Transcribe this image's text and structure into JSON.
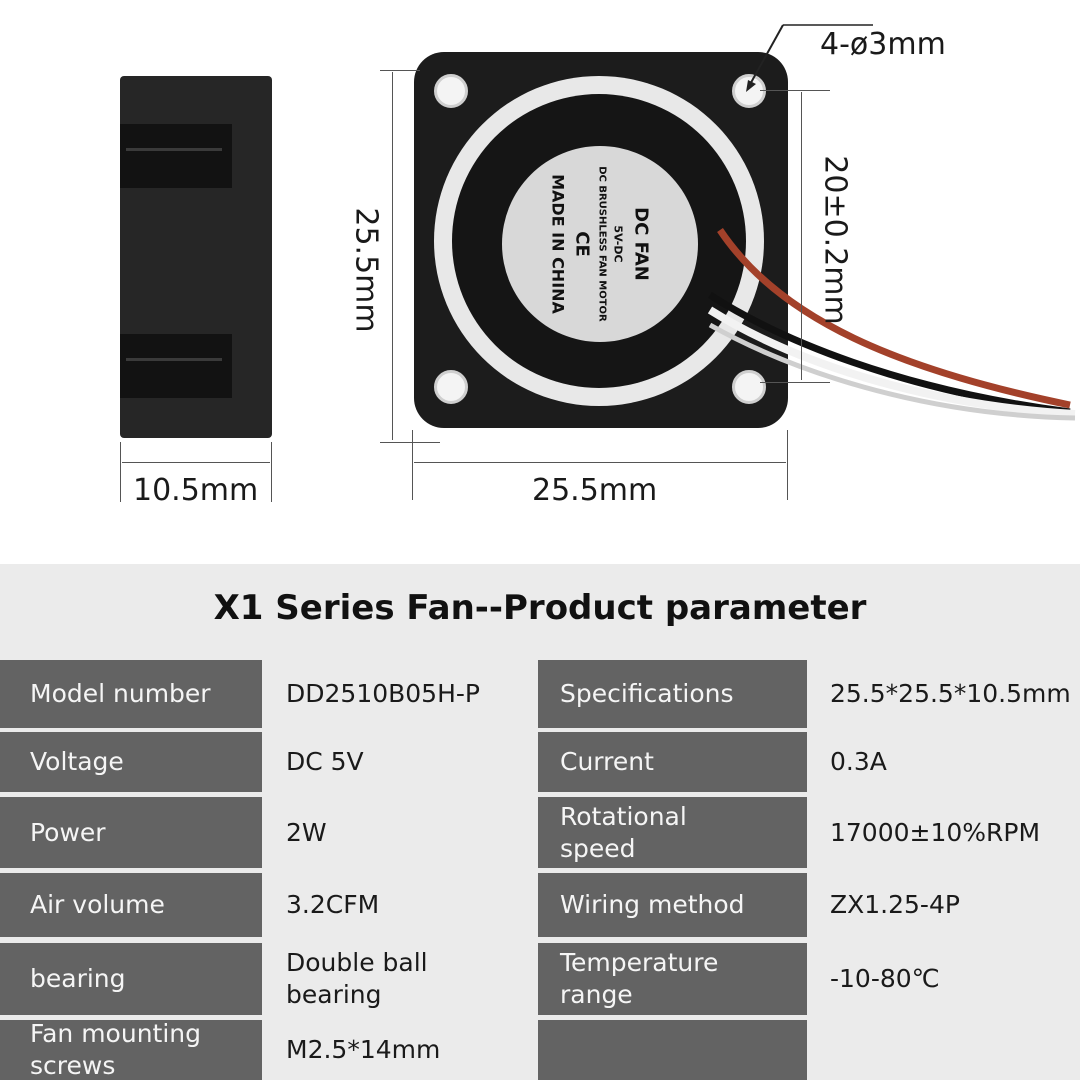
{
  "diagram": {
    "side_width_label": "10.5mm",
    "height_label": "25.5mm",
    "width_label": "25.5mm",
    "hole_spacing_label": "20±0.2mm",
    "hole_callout_label": "4-ø3mm",
    "hub_text": {
      "line1": "DC FAN",
      "line2": "5V-DC",
      "line3": "DC BRUSHLESS FAN MOTOR",
      "line4": "CE",
      "line5": "MADE IN CHINA"
    },
    "wire_colors": [
      "#a3412a",
      "#111111",
      "#f2f2f2",
      "#cfcfcf"
    ]
  },
  "title": "X1 Series Fan--Product parameter",
  "colors": {
    "label_bg": "#636363",
    "value_bg": "#ebebeb",
    "panel_bg": "#ebebeb",
    "label_text": "#f5f5f5",
    "value_text": "#1a1a1a"
  },
  "table": {
    "rows": [
      {
        "l1": "Model number",
        "v1": "DD2510B05H-P",
        "l2": "Specifications",
        "v2": "25.5*25.5*10.5mm"
      },
      {
        "l1": "Voltage",
        "v1": "DC 5V",
        "l2": "Current",
        "v2": "0.3A"
      },
      {
        "l1": "Power",
        "v1": "2W",
        "l2": "Rotational\nspeed",
        "v2": "17000±10%RPM"
      },
      {
        "l1": "Air volume",
        "v1": "3.2CFM",
        "l2": "Wiring method",
        "v2": "ZX1.25-4P"
      },
      {
        "l1": "bearing",
        "v1": "Double ball\nbearing",
        "l2": "Temperature\nrange",
        "v2": "-10-80℃"
      },
      {
        "l1": "Fan mounting\nscrews",
        "v1": "M2.5*14mm",
        "l2": "",
        "v2": ""
      }
    ]
  }
}
